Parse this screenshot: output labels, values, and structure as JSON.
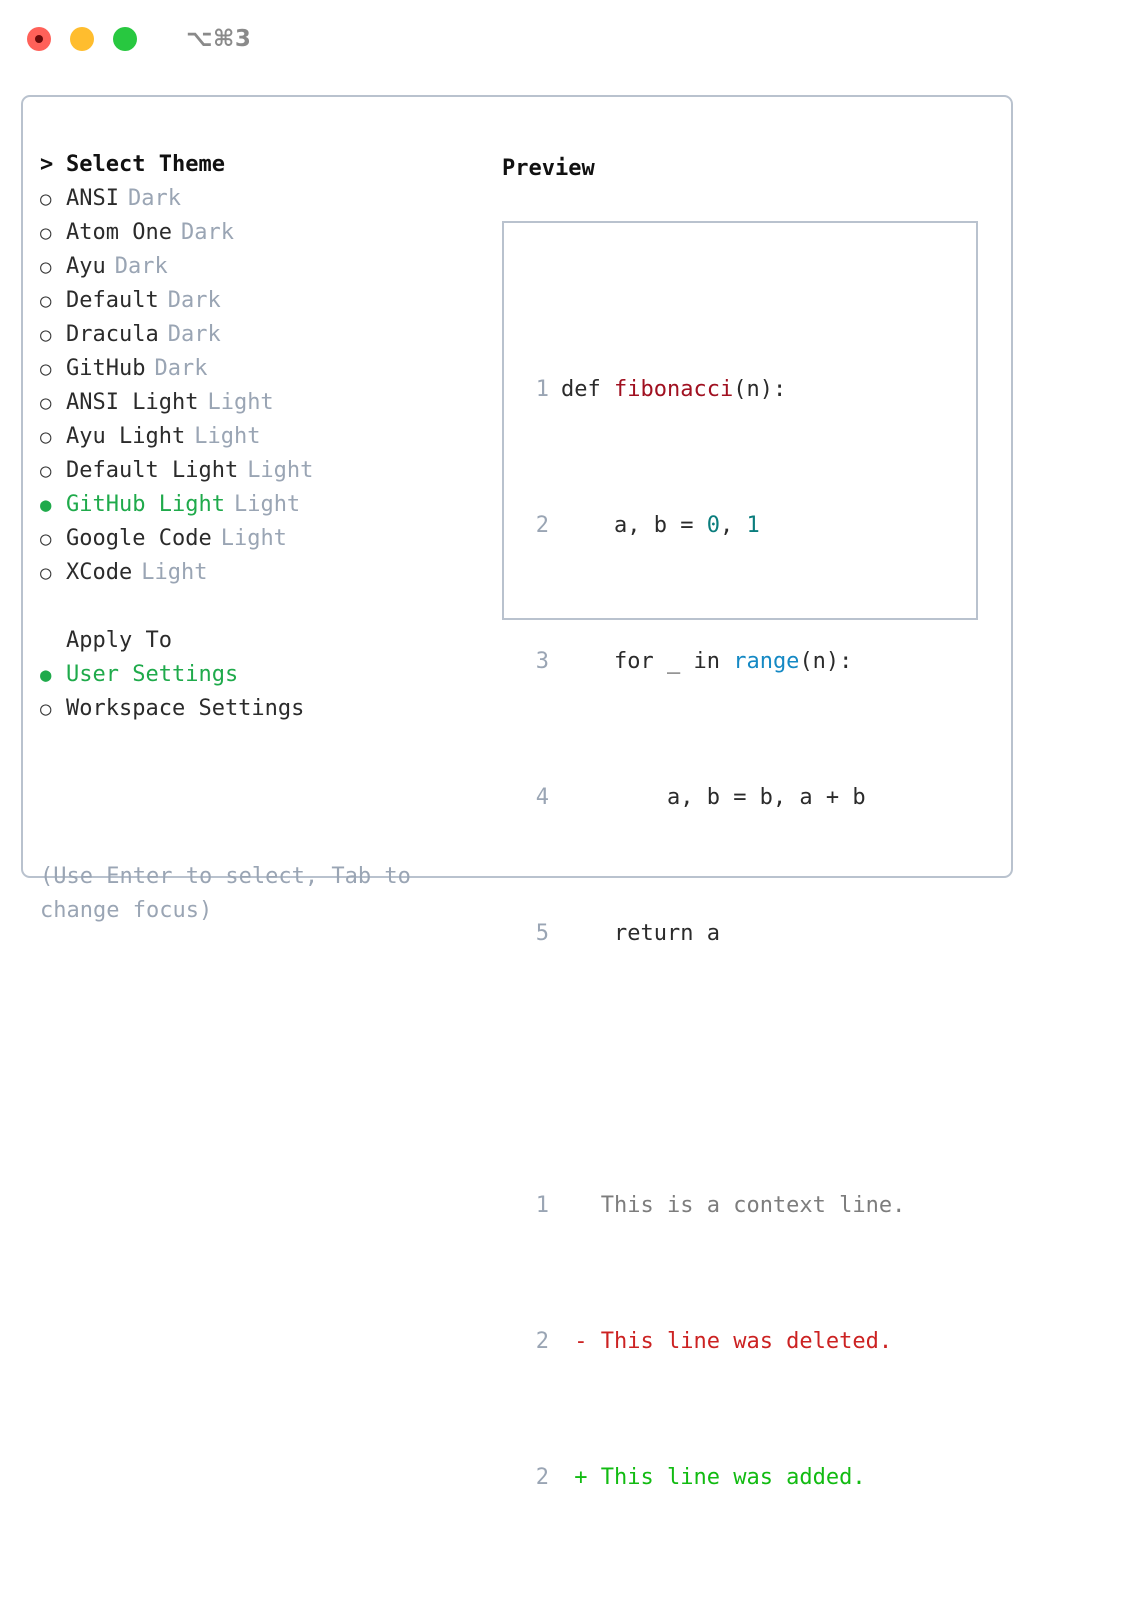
{
  "titlebar": {
    "shortcut": "⌥⌘3",
    "lights": [
      {
        "name": "close",
        "color": "#ff6159"
      },
      {
        "name": "minimize",
        "color": "#ffbd2e"
      },
      {
        "name": "maximize",
        "color": "#28c840"
      }
    ]
  },
  "theme_picker": {
    "header": {
      "prompt": ">",
      "label": "Select Theme"
    },
    "items": [
      {
        "marker": "○",
        "label": "ANSI",
        "tag": "Dark",
        "selected": false
      },
      {
        "marker": "○",
        "label": "Atom One",
        "tag": "Dark",
        "selected": false
      },
      {
        "marker": "○",
        "label": "Ayu",
        "tag": "Dark",
        "selected": false
      },
      {
        "marker": "○",
        "label": "Default",
        "tag": "Dark",
        "selected": false
      },
      {
        "marker": "○",
        "label": "Dracula",
        "tag": "Dark",
        "selected": false
      },
      {
        "marker": "○",
        "label": "GitHub",
        "tag": "Dark",
        "selected": false
      },
      {
        "marker": "○",
        "label": "ANSI Light",
        "tag": "Light",
        "selected": false
      },
      {
        "marker": "○",
        "label": "Ayu Light",
        "tag": "Light",
        "selected": false
      },
      {
        "marker": "○",
        "label": "Default Light",
        "tag": "Light",
        "selected": false
      },
      {
        "marker": "●",
        "label": "GitHub Light",
        "tag": "Light",
        "selected": true
      },
      {
        "marker": "○",
        "label": "Google Code",
        "tag": "Light",
        "selected": false
      },
      {
        "marker": "○",
        "label": "XCode",
        "tag": "Light",
        "selected": false
      }
    ]
  },
  "apply_to": {
    "header": "Apply To",
    "items": [
      {
        "marker": "●",
        "label": "User Settings",
        "selected": true
      },
      {
        "marker": "○",
        "label": "Workspace Settings",
        "selected": false
      }
    ]
  },
  "hint": "(Use Enter to select, Tab to change focus)",
  "preview": {
    "title": "Preview",
    "code_lines": [
      {
        "num": "1",
        "indent": "",
        "segments": [
          {
            "text": "def ",
            "token": "plain"
          },
          {
            "text": "fibonacci",
            "token": "fn"
          },
          {
            "text": "(n):",
            "token": "plain"
          }
        ]
      },
      {
        "num": "2",
        "indent": "    ",
        "segments": [
          {
            "text": "a, b = ",
            "token": "plain"
          },
          {
            "text": "0",
            "token": "num"
          },
          {
            "text": ", ",
            "token": "plain"
          },
          {
            "text": "1",
            "token": "num"
          }
        ]
      },
      {
        "num": "3",
        "indent": "    ",
        "segments": [
          {
            "text": "for _ in ",
            "token": "plain"
          },
          {
            "text": "range",
            "token": "call"
          },
          {
            "text": "(n):",
            "token": "plain"
          }
        ]
      },
      {
        "num": "4",
        "indent": "        ",
        "segments": [
          {
            "text": "a, b = b, a + b",
            "token": "plain"
          }
        ]
      },
      {
        "num": "5",
        "indent": "    ",
        "segments": [
          {
            "text": "return a",
            "token": "plain"
          }
        ]
      }
    ],
    "diff_lines": [
      {
        "num": "1",
        "sign": " ",
        "text": "This is a context line.",
        "kind": "context"
      },
      {
        "num": "2",
        "sign": "-",
        "text": "This line was deleted.",
        "kind": "deleted"
      },
      {
        "num": "2",
        "sign": "+",
        "text": "This line was added.",
        "kind": "added"
      }
    ]
  },
  "colors": {
    "accent_green": "#1faa4b",
    "border": "#b9c2ce",
    "muted": "#9aa5b4",
    "fn_red": "#a01020",
    "num_teal": "#0a7d7d",
    "call_blue": "#1589c4",
    "diff_del": "#cc2222",
    "diff_add": "#12bb12"
  }
}
